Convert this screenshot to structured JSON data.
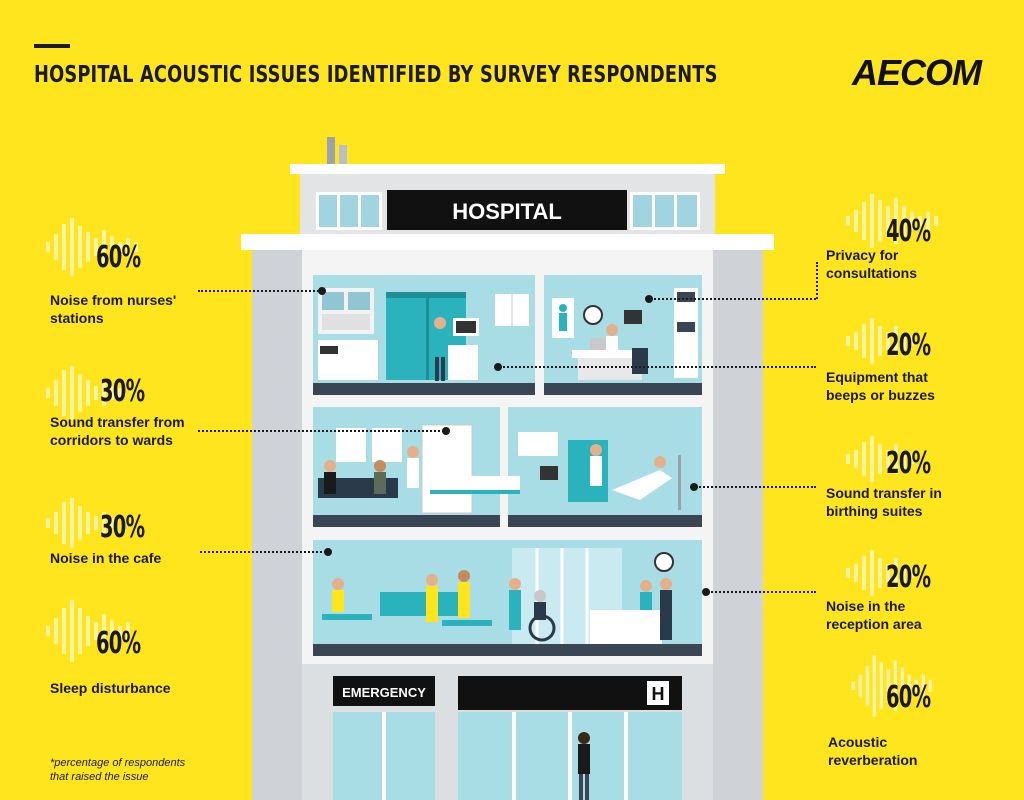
{
  "header": {
    "title": "HOSPITAL ACOUSTIC ISSUES IDENTIFIED BY SURVEY RESPONDENTS",
    "logo": "AECOM"
  },
  "building": {
    "sign": "HOSPITAL",
    "emergency_sign": "EMERGENCY",
    "h_sign": "H"
  },
  "left_stats": [
    {
      "percent": "60%",
      "label_line1": "Noise from nurses'",
      "label_line2": "stations",
      "value": 60
    },
    {
      "percent": "30%",
      "label_line1": "Sound transfer from",
      "label_line2": "corridors to wards",
      "value": 30
    },
    {
      "percent": "30%",
      "label_line1": "Noise in the cafe",
      "label_line2": "",
      "value": 30
    },
    {
      "percent": "60%",
      "label_line1": "Sleep disturbance",
      "label_line2": "",
      "value": 60
    }
  ],
  "right_stats": [
    {
      "percent": "40%",
      "label_line1": "Privacy for",
      "label_line2": "consultations",
      "value": 40
    },
    {
      "percent": "20%",
      "label_line1": "Equipment that",
      "label_line2": "beeps or buzzes",
      "value": 20
    },
    {
      "percent": "20%",
      "label_line1": "Sound transfer in",
      "label_line2": "birthing suites",
      "value": 20
    },
    {
      "percent": "20%",
      "label_line1": "Noise in the",
      "label_line2": "reception area",
      "value": 20
    },
    {
      "percent": "60%",
      "label_line1": "Acoustic",
      "label_line2": "reverberation",
      "value": 60
    }
  ],
  "footnote": {
    "line1": "*percentage of respondents",
    "line2": "that raised the issue"
  },
  "colors": {
    "background": "#ffe51e",
    "text": "#1a1a1a",
    "building": "#e8e8e8",
    "room": "#a8dde6",
    "accent": "#2ab3bd",
    "floor": "#3a4654"
  }
}
